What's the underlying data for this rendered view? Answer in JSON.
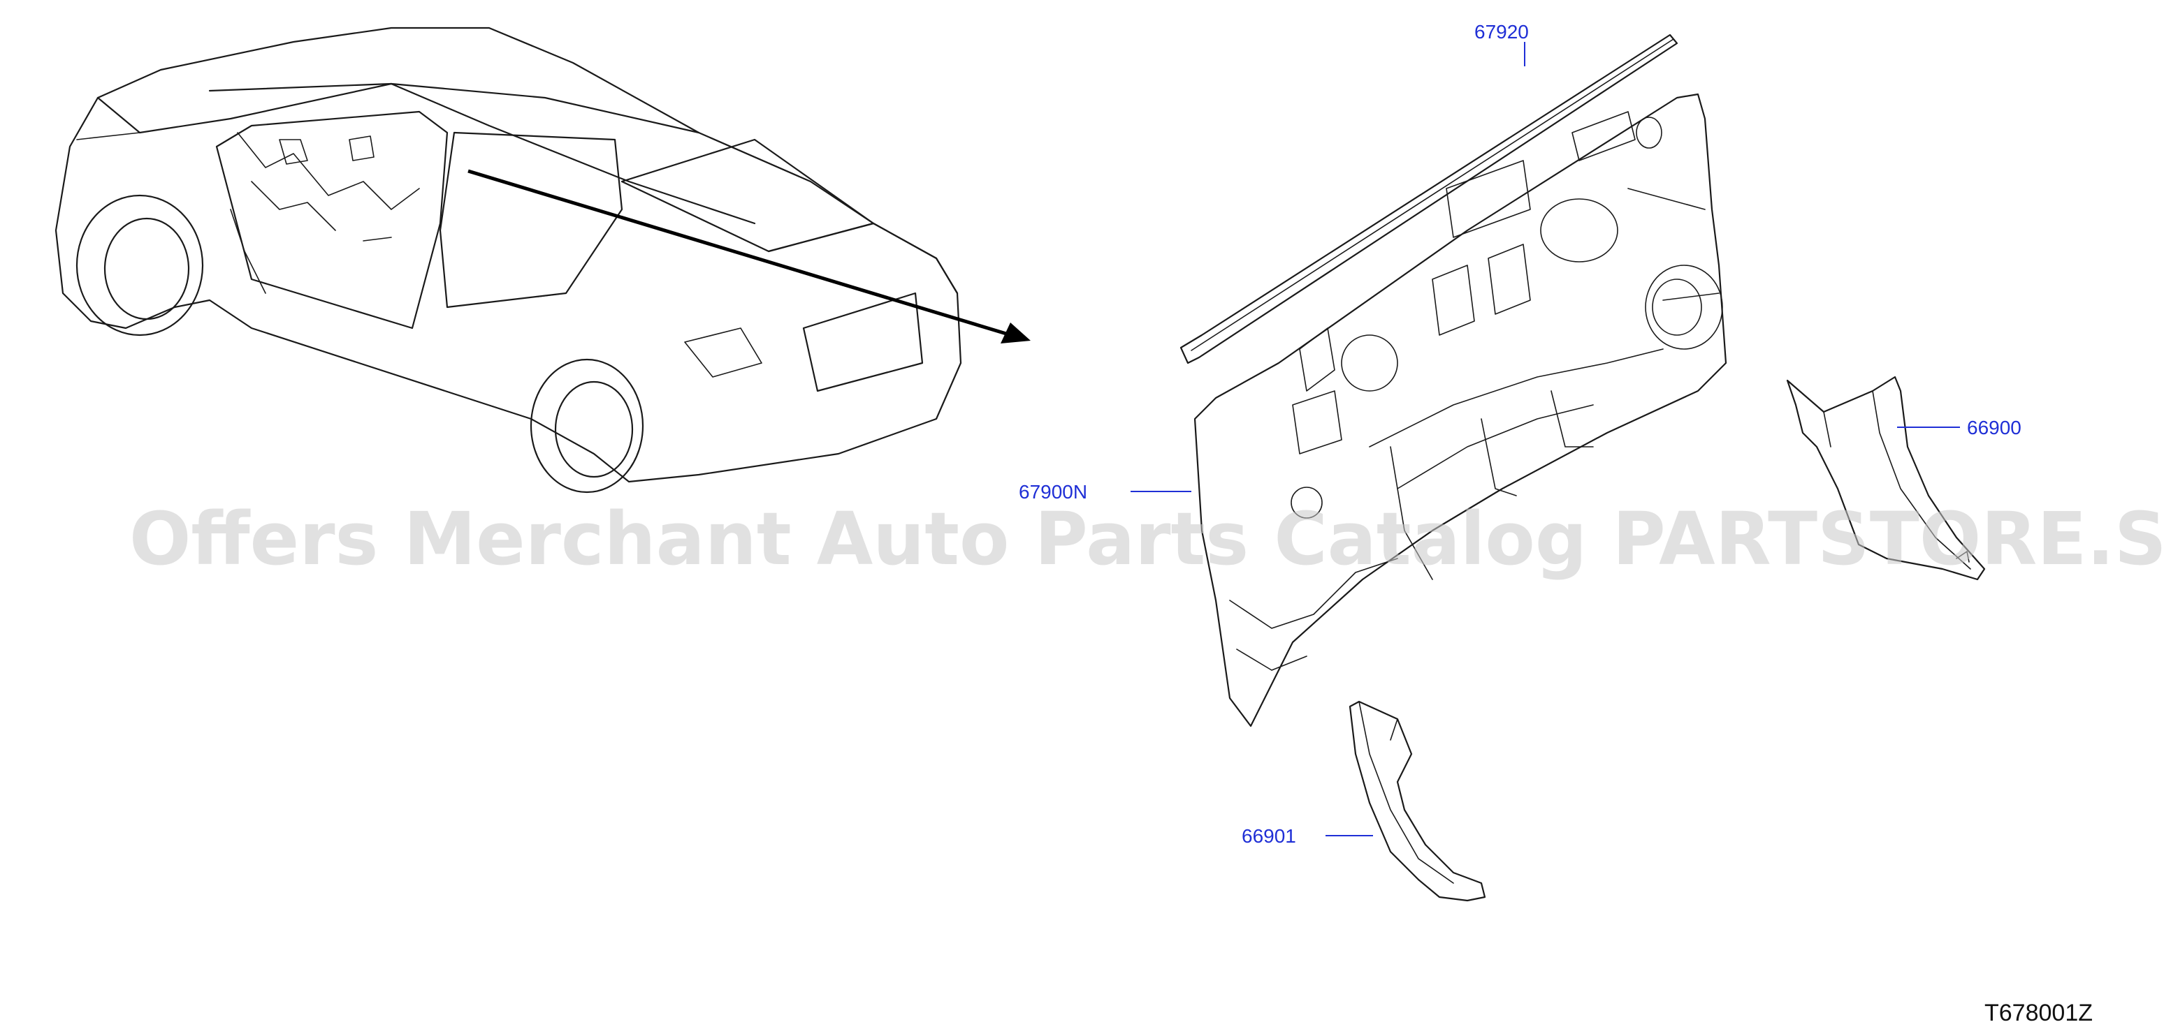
{
  "diagram": {
    "part_labels": {
      "p67920": "67920",
      "p67900N": "67900N",
      "p66900": "66900",
      "p66901": "66901"
    },
    "figure_code": "T678001Z",
    "watermark": "Offers Merchant Auto Parts Catalog PARTSTORE.SA",
    "colors": {
      "callout": "#1f2fd6",
      "line": "#1a1a1a",
      "watermark": "#c9c9c9"
    }
  }
}
